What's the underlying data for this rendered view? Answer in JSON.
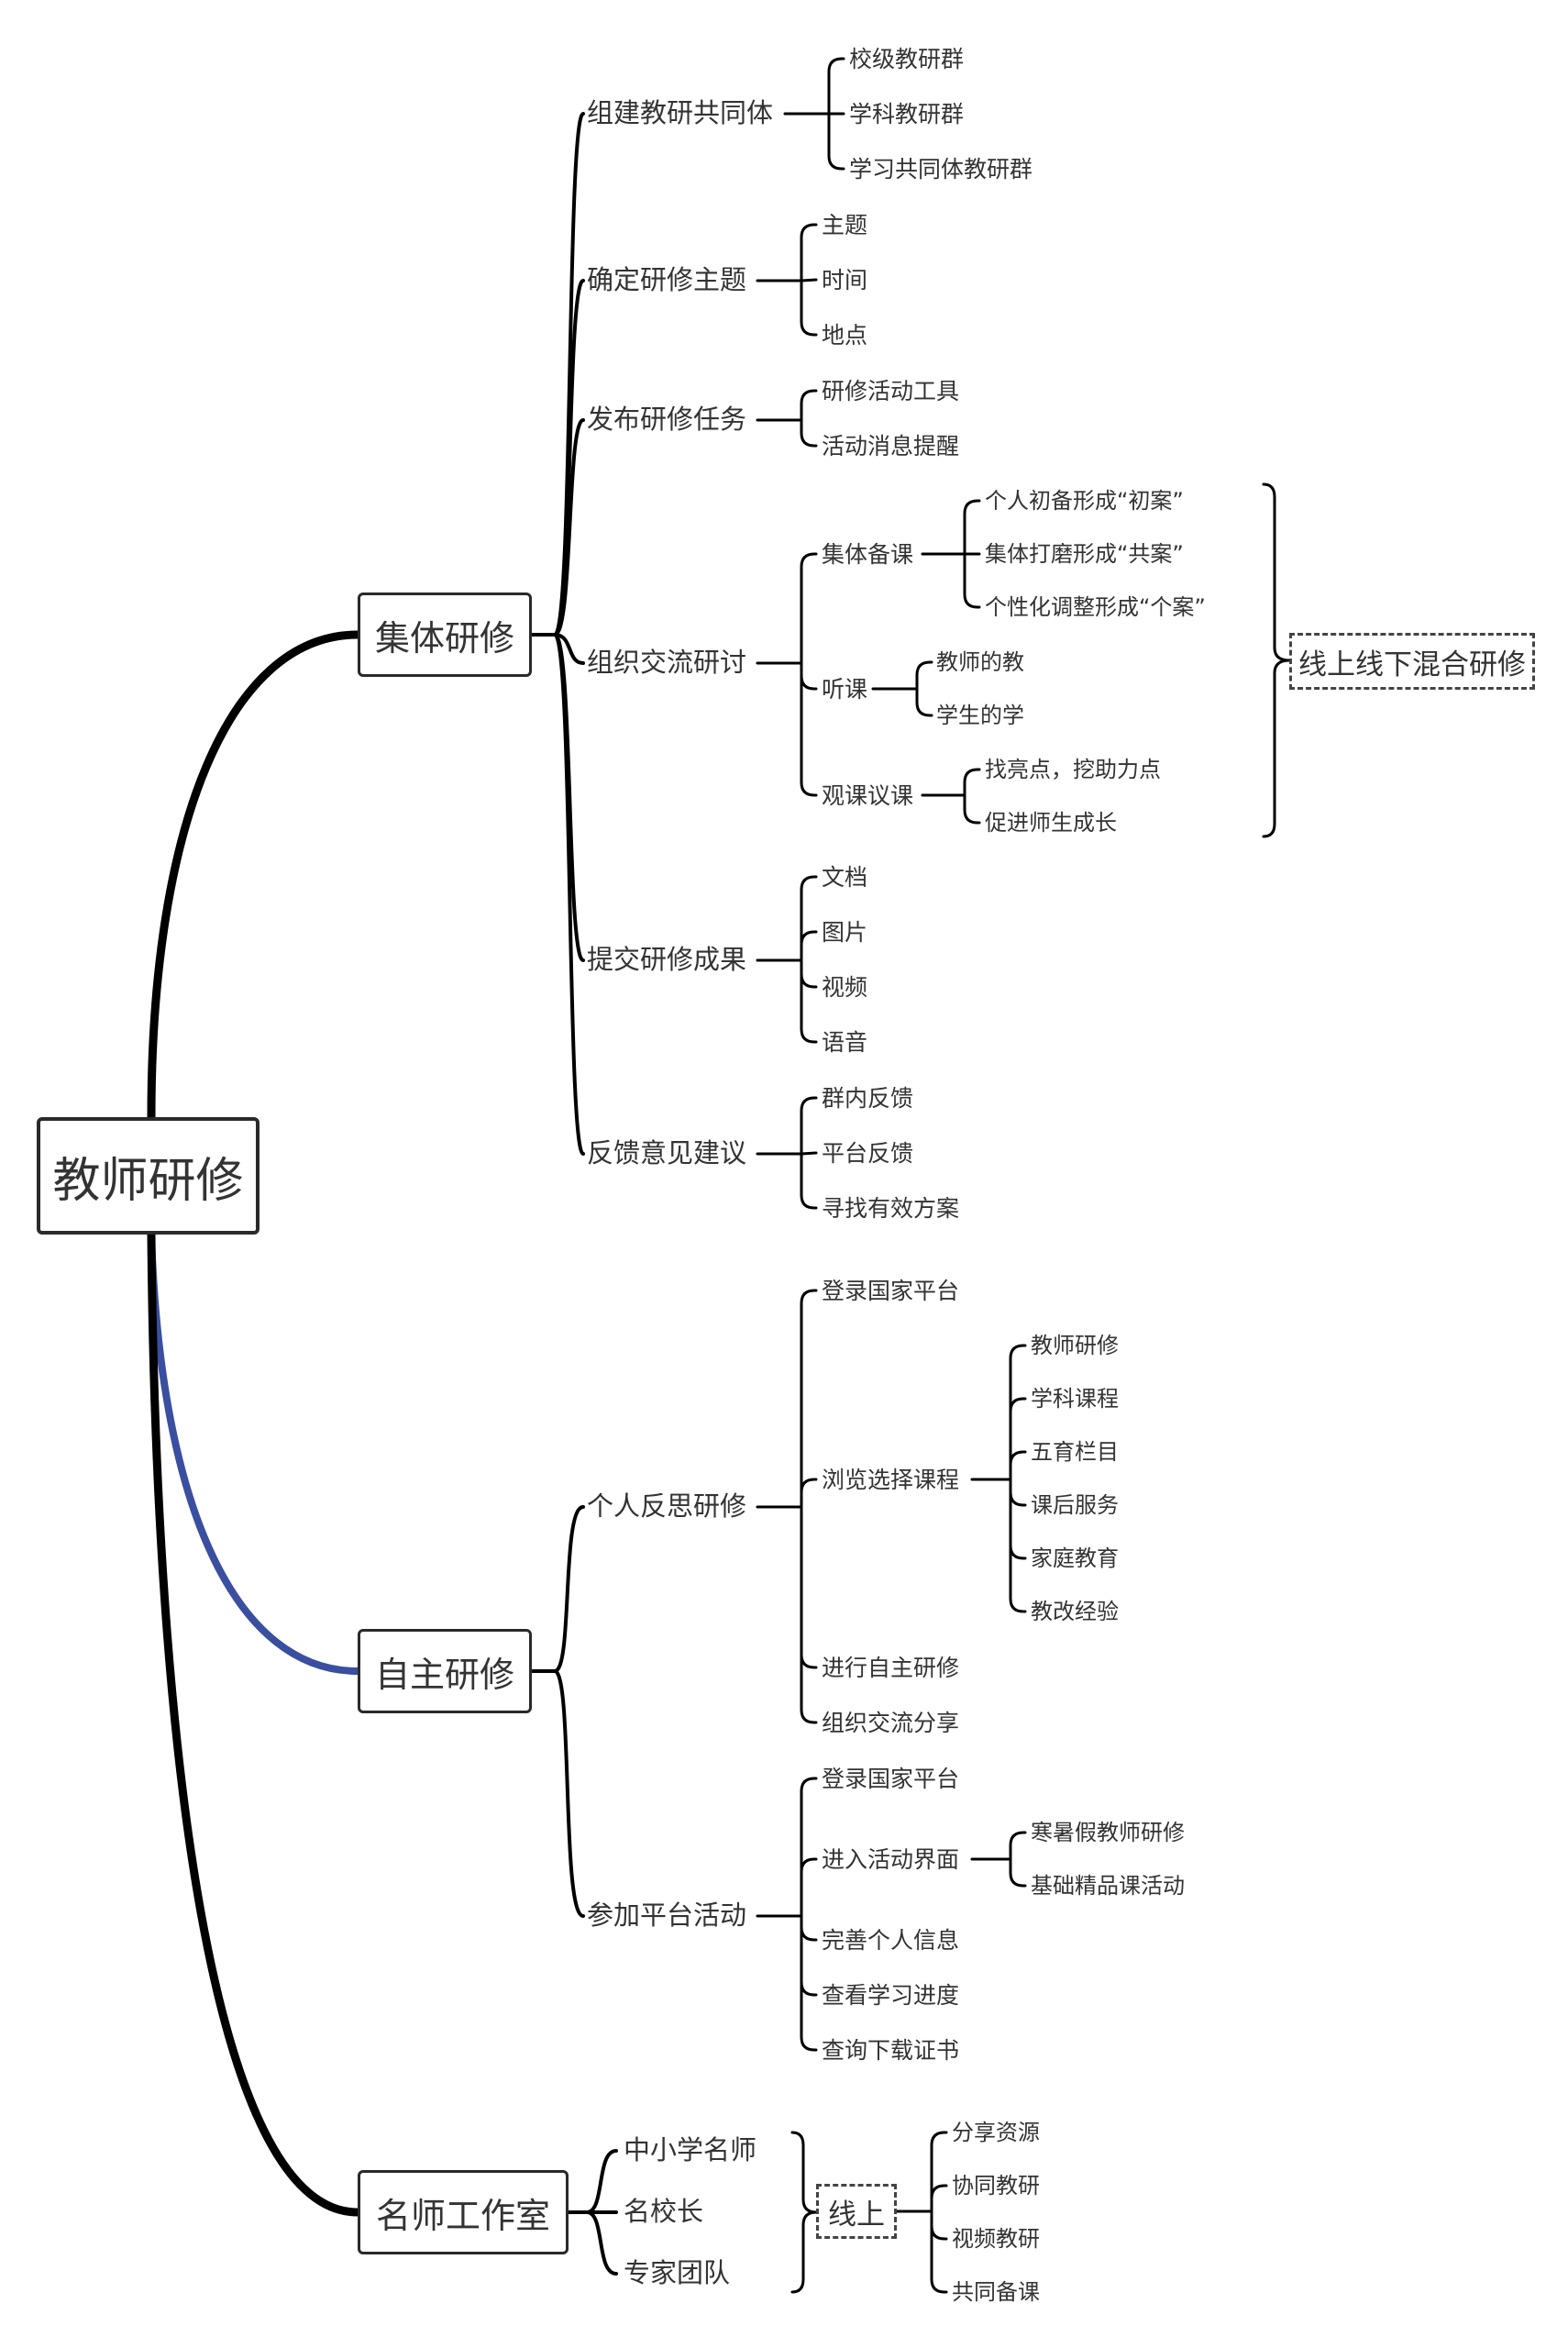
{
  "root": "教师研修",
  "colors": {
    "line": "#000000",
    "blue_branch": "#3a4fa0"
  },
  "branches": {
    "collective": {
      "label": "集体研修",
      "items": {
        "community": {
          "label": "组建教研共同体",
          "children": [
            "校级教研群",
            "学科教研群",
            "学习共同体教研群"
          ]
        },
        "topic": {
          "label": "确定研修主题",
          "children": [
            "主题",
            "时间",
            "地点"
          ]
        },
        "task": {
          "label": "发布研修任务",
          "children": [
            "研修活动工具",
            "活动消息提醒"
          ]
        },
        "exchange": {
          "label": "组织交流研讨",
          "prep": {
            "label": "集体备课",
            "children": [
              "个人初备形成“初案”",
              "集体打磨形成“共案”",
              "个性化调整形成“个案”"
            ]
          },
          "listen": {
            "label": "听课",
            "children": [
              "教师的教",
              "学生的学"
            ]
          },
          "observe": {
            "label": "观课议课",
            "children": [
              "找亮点，挖助力点",
              "促进师生成长"
            ]
          },
          "mixed": "线上线下混合研修"
        },
        "results": {
          "label": "提交研修成果",
          "children": [
            "文档",
            "图片",
            "视频",
            "语音"
          ]
        },
        "feedback": {
          "label": "反馈意见建议",
          "children": [
            "群内反馈",
            "平台反馈",
            "寻找有效方案"
          ]
        }
      }
    },
    "self": {
      "label": "自主研修",
      "items": {
        "reflect": {
          "label": "个人反思研修",
          "login": "登录国家平台",
          "browse": {
            "label": "浏览选择课程",
            "children": [
              "教师研修",
              "学科课程",
              "五育栏目",
              "课后服务",
              "家庭教育",
              "教改经验"
            ]
          },
          "study": "进行自主研修",
          "share": "组织交流分享"
        },
        "platform": {
          "label": "参加平台活动",
          "login": "登录国家平台",
          "enter": {
            "label": "进入活动界面",
            "children": [
              "寒暑假教师研修",
              "基础精品课活动"
            ]
          },
          "info": "完善个人信息",
          "progress": "查看学习进度",
          "cert": "查询下载证书"
        }
      }
    },
    "studio": {
      "label": "名师工作室",
      "members": [
        "中小学名师",
        "名校长",
        "专家团队"
      ],
      "online": "线上",
      "activities": [
        "分享资源",
        "协同教研",
        "视频教研",
        "共同备课"
      ]
    }
  }
}
